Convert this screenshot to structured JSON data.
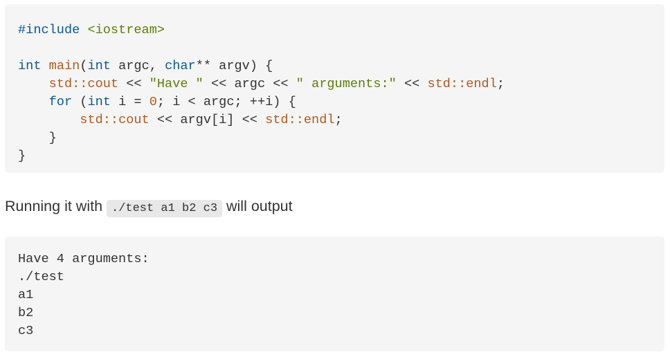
{
  "source_code": {
    "include_directive": "#include",
    "include_header": "<iostream>",
    "kw_int": "int",
    "fn_main": "main",
    "params_open": "(",
    "param_argc": " argc, ",
    "kw_char": "char",
    "param_argv": "** argv) {",
    "indent": "    ",
    "std_cout": "std::cout",
    "op_shift": " << ",
    "str_have": "\"Have \"",
    "argc": "argc",
    "str_arguments": "\" arguments:\"",
    "std_endl": "std::endl",
    "semicolon": ";",
    "kw_for": "for",
    "for_open": " (",
    "for_mid": " i = ",
    "num_zero": "0",
    "for_rest": "; i < argc; ++i) {",
    "argv_i": "argv[i]",
    "close_inner": "    }",
    "close_outer": "}"
  },
  "paragraph": {
    "before": "Running it with ",
    "command": "./test a1 b2 c3",
    "after": " will output"
  },
  "output_lines": [
    "Have 4 arguments:",
    "./test",
    "a1",
    "b2",
    "c3"
  ]
}
